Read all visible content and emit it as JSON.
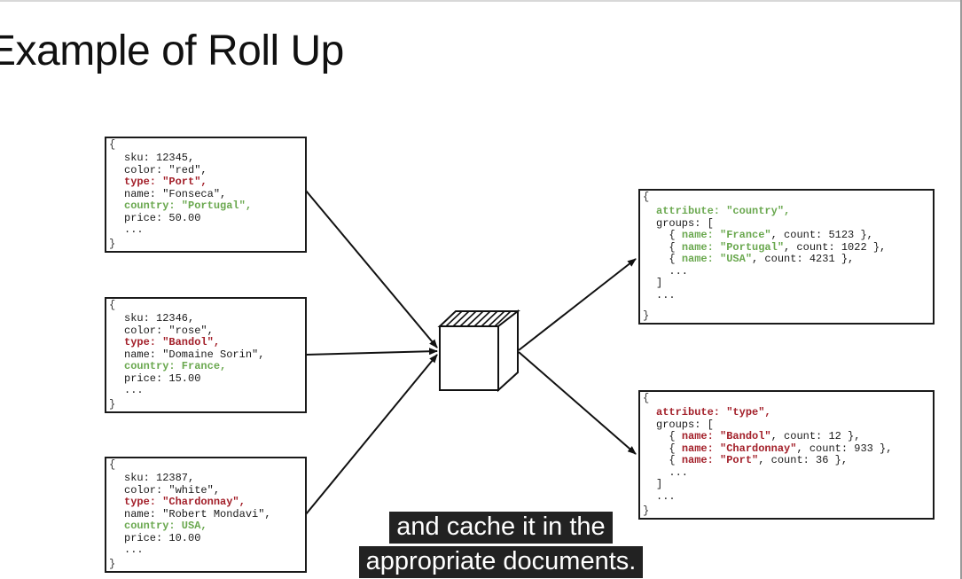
{
  "slide": {
    "title": "Example of Roll Up"
  },
  "documents": {
    "input_1": {
      "open_brace": "{",
      "close_brace": "}",
      "lines": [
        [
          {
            "t": "sku: 12345,",
            "c": "plain"
          }
        ],
        [
          {
            "t": "color: \"red\",",
            "c": "plain"
          }
        ],
        [
          {
            "t": "type: \"Port\",",
            "c": "red"
          }
        ],
        [
          {
            "t": "name: \"Fonseca\",",
            "c": "plain"
          }
        ],
        [
          {
            "t": "country: \"Portugal\",",
            "c": "green"
          }
        ],
        [
          {
            "t": "price: 50.00",
            "c": "plain"
          }
        ],
        [
          {
            "t": "...",
            "c": "plain"
          }
        ]
      ]
    },
    "input_2": {
      "open_brace": "{",
      "close_brace": "}",
      "lines": [
        [
          {
            "t": "sku: 12346,",
            "c": "plain"
          }
        ],
        [
          {
            "t": "color: \"rose\",",
            "c": "plain"
          }
        ],
        [
          {
            "t": "type: \"Bandol\",",
            "c": "red"
          }
        ],
        [
          {
            "t": "name: \"Domaine Sorin\",",
            "c": "plain"
          }
        ],
        [
          {
            "t": "country: France,",
            "c": "green"
          }
        ],
        [
          {
            "t": "price: 15.00",
            "c": "plain"
          }
        ],
        [
          {
            "t": "...",
            "c": "plain"
          }
        ]
      ]
    },
    "input_3": {
      "open_brace": "{",
      "close_brace": "}",
      "lines": [
        [
          {
            "t": "sku: 12387,",
            "c": "plain"
          }
        ],
        [
          {
            "t": "color: \"white\",",
            "c": "plain"
          }
        ],
        [
          {
            "t": "type: \"Chardonnay\",",
            "c": "red"
          }
        ],
        [
          {
            "t": "name: \"Robert Mondavi\",",
            "c": "plain"
          }
        ],
        [
          {
            "t": "country: USA,",
            "c": "green"
          }
        ],
        [
          {
            "t": "price: 10.00",
            "c": "plain"
          }
        ],
        [
          {
            "t": "...",
            "c": "plain"
          }
        ]
      ]
    },
    "output_country": {
      "open_brace": "{",
      "close_brace": "}",
      "lines": [
        [
          {
            "t": "attribute: \"country\",",
            "c": "green"
          }
        ],
        [
          {
            "t": "groups: [",
            "c": "plain"
          }
        ],
        [
          {
            "t": "  { ",
            "c": "plain"
          },
          {
            "t": "name: \"France\"",
            "c": "green"
          },
          {
            "t": ", count: 5123 },",
            "c": "plain"
          }
        ],
        [
          {
            "t": "  { ",
            "c": "plain"
          },
          {
            "t": "name: \"Portugal\"",
            "c": "green"
          },
          {
            "t": ", count: 1022 },",
            "c": "plain"
          }
        ],
        [
          {
            "t": "  { ",
            "c": "plain"
          },
          {
            "t": "name: \"USA\"",
            "c": "green"
          },
          {
            "t": ", count: 4231 },",
            "c": "plain"
          }
        ],
        [
          {
            "t": "  ...",
            "c": "plain"
          }
        ],
        [
          {
            "t": "]",
            "c": "plain"
          }
        ],
        [
          {
            "t": "...",
            "c": "plain"
          }
        ]
      ]
    },
    "output_type": {
      "open_brace": "{",
      "close_brace": "}",
      "lines": [
        [
          {
            "t": "attribute: \"type\",",
            "c": "red"
          }
        ],
        [
          {
            "t": "groups: [",
            "c": "plain"
          }
        ],
        [
          {
            "t": "  { ",
            "c": "plain"
          },
          {
            "t": "name: \"Bandol\"",
            "c": "red"
          },
          {
            "t": ", count: 12 },",
            "c": "plain"
          }
        ],
        [
          {
            "t": "  { ",
            "c": "plain"
          },
          {
            "t": "name: \"Chardonnay\"",
            "c": "red"
          },
          {
            "t": ", count: 933 },",
            "c": "plain"
          }
        ],
        [
          {
            "t": "  { ",
            "c": "plain"
          },
          {
            "t": "name: \"Port\"",
            "c": "red"
          },
          {
            "t": ", count: 36 },",
            "c": "plain"
          }
        ],
        [
          {
            "t": "  ...",
            "c": "plain"
          }
        ],
        [
          {
            "t": "]",
            "c": "plain"
          }
        ],
        [
          {
            "t": "...",
            "c": "plain"
          }
        ]
      ]
    }
  },
  "colors": {
    "type_highlight": "#a3202a",
    "country_highlight": "#6aa84f",
    "caption_background": "#222222",
    "caption_text": "#ffffff"
  },
  "icons": {
    "aggregator": "cube-icon"
  },
  "captions": {
    "line1": "and cache it in the",
    "line2": "appropriate documents."
  }
}
